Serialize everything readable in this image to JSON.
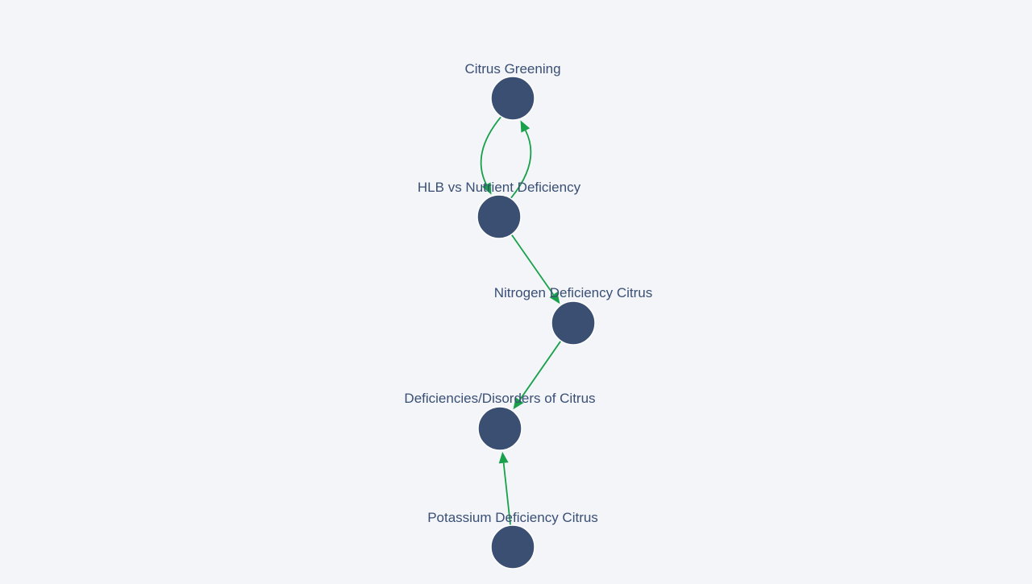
{
  "graph": {
    "colors": {
      "background": "#f3f5f8",
      "node_fill": "#3a4f72",
      "label_text": "#3a4f75",
      "edge": "#18a14a"
    },
    "nodes": [
      {
        "id": "citrus-greening",
        "label": "Citrus Greening"
      },
      {
        "id": "hlb-vs-nutrient-deficiency",
        "label": "HLB vs Nutrient Deficiency"
      },
      {
        "id": "nitrogen-deficiency-citrus",
        "label": "Nitrogen Deficiency Citrus"
      },
      {
        "id": "deficiencies-disorders-of-citrus",
        "label": "Deficiencies/Disorders of Citrus"
      },
      {
        "id": "potassium-deficiency-citrus",
        "label": "Potassium Deficiency Citrus"
      }
    ],
    "edges": [
      {
        "from": "hlb-vs-nutrient-deficiency",
        "to": "citrus-greening"
      },
      {
        "from": "citrus-greening",
        "to": "hlb-vs-nutrient-deficiency"
      },
      {
        "from": "hlb-vs-nutrient-deficiency",
        "to": "nitrogen-deficiency-citrus"
      },
      {
        "from": "nitrogen-deficiency-citrus",
        "to": "deficiencies-disorders-of-citrus"
      },
      {
        "from": "potassium-deficiency-citrus",
        "to": "deficiencies-disorders-of-citrus"
      }
    ]
  }
}
